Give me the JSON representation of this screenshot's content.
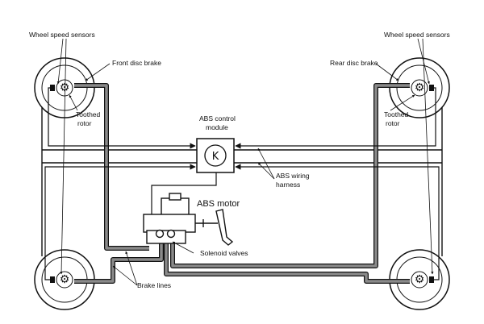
{
  "labels": {
    "wheel_speed_sensors_left": "Wheel speed sensors",
    "wheel_speed_sensors_right": "Wheel speed sensors",
    "front_disc_brake": "Front disc brake",
    "rear_disc_brake": "Rear disc brake",
    "toothed_rotor_left_1": "Toothed",
    "toothed_rotor_left_2": "rotor",
    "toothed_rotor_right_1": "Toothed",
    "toothed_rotor_right_2": "rotor",
    "abs_control_module_1": "ABS control",
    "abs_control_module_2": "module",
    "abs_wiring_harness_1": "ABS wiring",
    "abs_wiring_harness_2": "harness",
    "abs_motor": "ABS motor",
    "solenoid_valves": "Solenoid valves",
    "brake_lines": "Brake lines"
  },
  "icons": {
    "control_module": "K",
    "toothed_rotor": "⚙"
  },
  "colors": {
    "line": "#111111",
    "brake_line_fill": "#8a8a8a",
    "background": "#ffffff"
  }
}
